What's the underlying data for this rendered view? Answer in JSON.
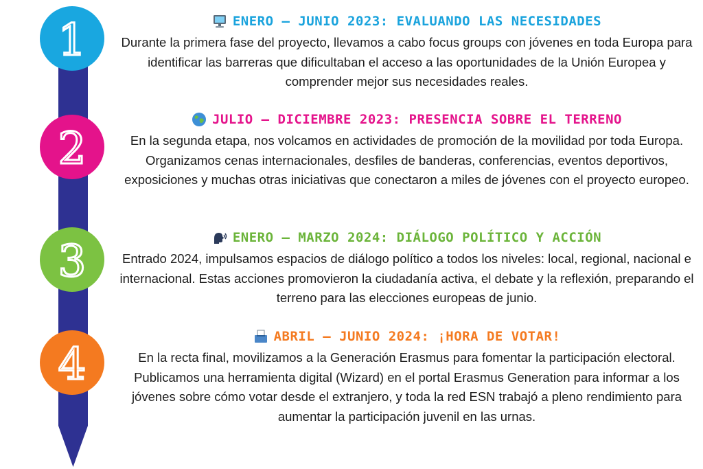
{
  "colors": {
    "bar": "#2e3192",
    "circle_1": "#19a7e0",
    "circle_2": "#e4138b",
    "circle_3": "#7cc242",
    "circle_4": "#f47a20",
    "title_1": "#1aa3dd",
    "title_2": "#e4138b",
    "title_3": "#6bb43a",
    "title_4": "#f47a20"
  },
  "phases": [
    {
      "number": "1",
      "icon": "computer-icon",
      "title": "Enero – junio 2023: Evaluando las necesidades",
      "body": "Durante la primera fase del proyecto, llevamos a cabo focus groups con jóvenes en toda Europa para identificar las barreras que dificultaban el acceso a las oportunidades de la Unión Europea y comprender mejor sus necesidades reales."
    },
    {
      "number": "2",
      "icon": "globe-icon",
      "title": "Julio – diciembre 2023: Presencia sobre el terreno",
      "body": "En la segunda etapa, nos volcamos en actividades de promoción de la movilidad por toda Europa. Organizamos cenas internacionales, desfiles de banderas, conferencias, eventos deportivos, exposiciones y muchas otras iniciativas que conectaron a miles de jóvenes con el proyecto europeo."
    },
    {
      "number": "3",
      "icon": "speaking-head-icon",
      "title": "Enero – marzo 2024: Diálogo político y acción",
      "body": "Entrado 2024, impulsamos espacios de diálogo político a todos los niveles: local, regional, nacional e internacional. Estas acciones promovieron la ciudadanía activa, el debate y la reflexión, preparando el terreno para las elecciones europeas de junio."
    },
    {
      "number": "4",
      "icon": "ballot-box-icon",
      "title": "Abril – junio 2024: ¡Hora de votar!",
      "body": "En la recta final, movilizamos a la Generación Erasmus para fomentar la participación electoral. Publicamos una herramienta digital (Wizard) en el portal Erasmus Generation para informar a los jóvenes sobre cómo votar desde el extranjero, y toda la red ESN trabajó a pleno rendimiento para aumentar la participación juvenil en las urnas."
    }
  ]
}
